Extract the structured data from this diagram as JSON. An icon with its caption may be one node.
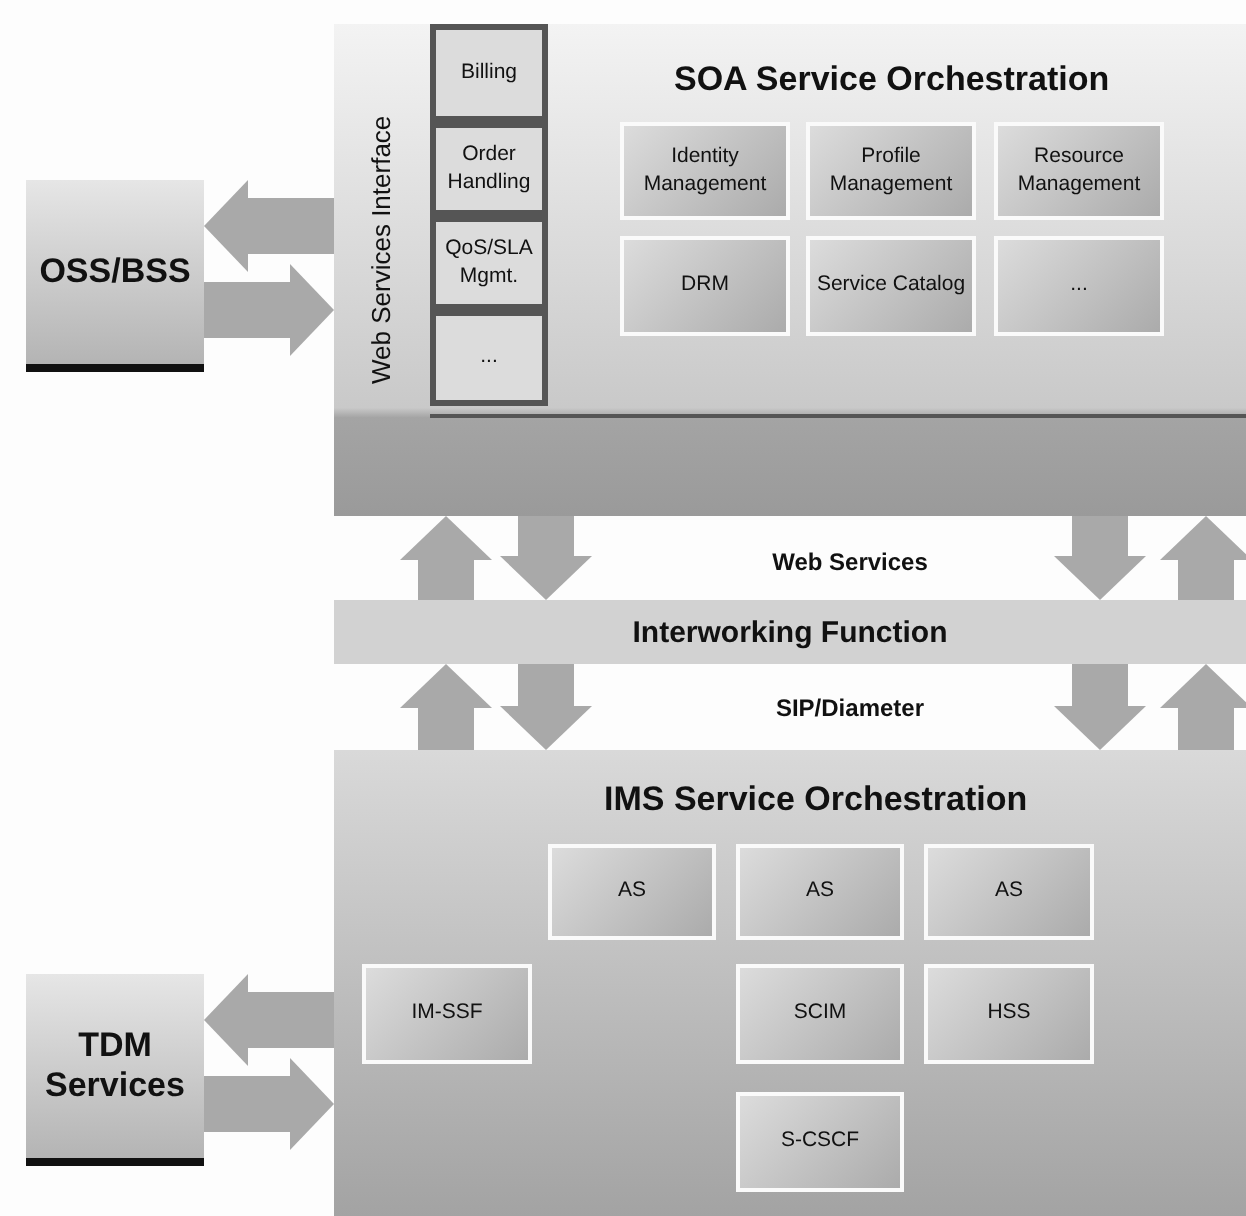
{
  "diagram": {
    "nodes": [
      {
        "text": [
          "OSS/BSS"
        ]
      },
      {
        "text": [
          "Web Services Interface",
          "SOA Service Orchestration"
        ]
      },
      {
        "text": [
          "Billing"
        ],
        "in": 1
      },
      {
        "text": [
          "Order Handling"
        ],
        "in": 1
      },
      {
        "text": [
          "QoS/SLA Mgmt."
        ],
        "in": 1
      },
      {
        "text": [
          "..."
        ],
        "in": 1
      },
      {
        "text": [
          "Identity Management"
        ],
        "in": 1
      },
      {
        "text": [
          "Profile Management"
        ],
        "in": 1
      },
      {
        "text": [
          "Resource Management"
        ],
        "in": 1
      },
      {
        "text": [
          "DRM"
        ],
        "in": 1
      },
      {
        "text": [
          "Service Catalog"
        ],
        "in": 1
      },
      {
        "text": [
          "..."
        ],
        "in": 1
      },
      {
        "text": [
          "Interworking Function"
        ]
      },
      {
        "text": [
          "IMS Service Orchestration"
        ]
      },
      {
        "text": [
          "AS"
        ],
        "in": 13
      },
      {
        "text": [
          "AS"
        ],
        "in": 13
      },
      {
        "text": [
          "AS"
        ],
        "in": 13
      },
      {
        "text": [
          "IM-SSF"
        ],
        "in": 13
      },
      {
        "text": [
          "SCIM"
        ],
        "in": 13
      },
      {
        "text": [
          "HSS"
        ],
        "in": 13
      },
      {
        "text": [
          "S-CSCF"
        ],
        "in": 13
      },
      {
        "text": [
          "TDM Services"
        ]
      }
    ],
    "edges": [
      {
        "from": 1,
        "to": 0,
        "arrow": "to"
      },
      {
        "from": 0,
        "to": 1,
        "arrow": "to"
      },
      {
        "from": 12,
        "to": 1,
        "arrow": "to"
      },
      {
        "from": 1,
        "to": 12,
        "arrow": "to"
      },
      {
        "from": 1,
        "to": 12,
        "arrow": "to"
      },
      {
        "from": 12,
        "to": 1,
        "arrow": "to"
      },
      {
        "from": 13,
        "to": 12,
        "arrow": "to"
      },
      {
        "from": 12,
        "to": 13,
        "arrow": "to"
      },
      {
        "from": 12,
        "to": 13,
        "arrow": "to"
      },
      {
        "from": 13,
        "to": 12,
        "arrow": "to"
      },
      {
        "from": 13,
        "to": 21,
        "arrow": "to"
      },
      {
        "from": 21,
        "to": 13,
        "arrow": "to"
      }
    ],
    "labels": [
      "Web Services",
      "SIP/Diameter"
    ]
  }
}
